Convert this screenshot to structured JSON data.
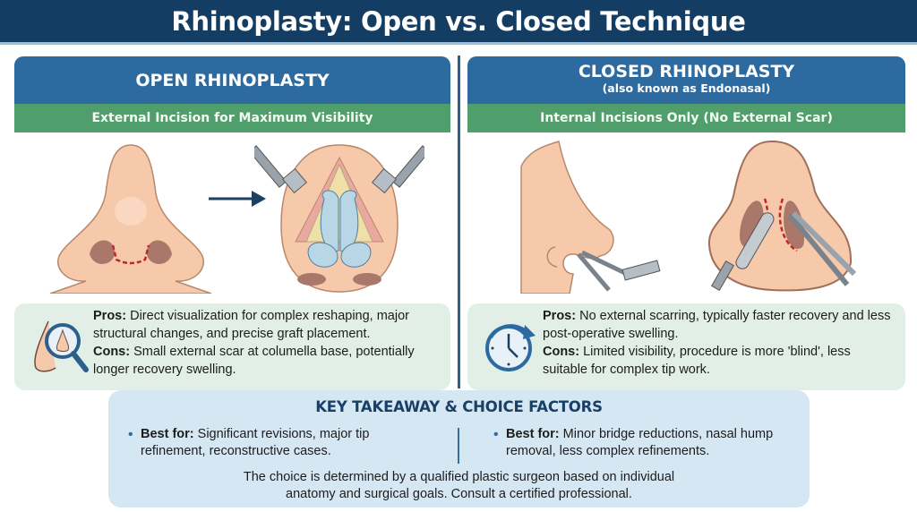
{
  "title": "Rhinoplasty: Open vs. Closed Technique",
  "colors": {
    "title_bg": "#143d63",
    "panel_header": "#2d6aa0",
    "panel_subheader": "#4f9e6b",
    "pros_cons_bg": "#e2efe7",
    "takeaway_bg": "#d6e7f4",
    "skin": "#f6c9ab",
    "incision": "#c0262d"
  },
  "open": {
    "heading": "OPEN RHINOPLASTY",
    "subheading": "External Incision for Maximum Visibility",
    "illustrations": [
      "nose-front-with-columella-incision",
      "arrow-right",
      "opened-nose-with-retractors-cartilage-exposed"
    ],
    "icon": "nose-magnifier-icon",
    "pros_label": "Pros:",
    "pros": " Direct visualization for complex reshaping, major structural changes, and precise graft placement.",
    "cons_label": "Cons:",
    "cons": " Small external scar at columella base, potentially longer recovery swelling."
  },
  "closed": {
    "heading": "CLOSED RHINOPLASTY",
    "heading_note": "(also known as Endonasal)",
    "subheading": "Internal Incisions Only (No External Scar)",
    "illustrations": [
      "nose-side-with-instruments",
      "nose-base-with-internal-incisions-and-instruments"
    ],
    "icon": "clock-recovery-icon",
    "pros_label": "Pros:",
    "pros": " No external scarring, typically faster recovery and less post-operative swelling.",
    "cons_label": "Cons:",
    "cons": " Limited visibility, procedure is more 'blind', less suitable for complex tip work."
  },
  "takeaway": {
    "heading": "KEY TAKEAWAY & CHOICE FACTORS",
    "left_label": "Best for:",
    "left_text": " Significant revisions, major tip refinement, reconstructive cases.",
    "right_label": "Best for:",
    "right_text": " Minor bridge reductions, nasal hump removal, less complex refinements.",
    "footer": "The choice is determined by a qualified plastic surgeon based on individual anatomy and surgical goals. Consult a certified professional."
  }
}
